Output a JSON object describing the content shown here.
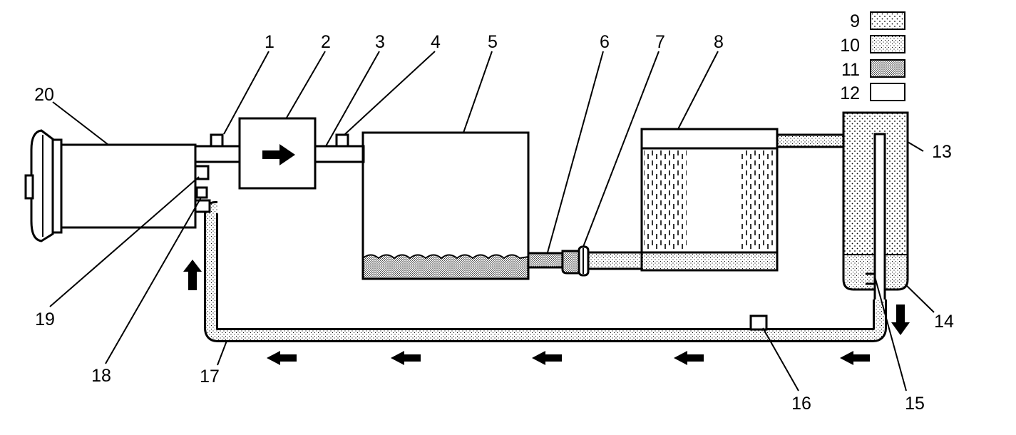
{
  "callouts": {
    "c1": "1",
    "c2": "2",
    "c3": "3",
    "c4": "4",
    "c5": "5",
    "c6": "6",
    "c7": "7",
    "c8": "8",
    "c13": "13",
    "c14": "14",
    "c15": "15",
    "c16": "16",
    "c17": "17",
    "c18": "18",
    "c19": "19",
    "c20": "20"
  },
  "legend": [
    {
      "label": "9",
      "pattern": "coarse-dots"
    },
    {
      "label": "10",
      "pattern": "fine-dots"
    },
    {
      "label": "11",
      "pattern": "dense-dots"
    },
    {
      "label": "12",
      "pattern": "empty"
    }
  ],
  "colors": {
    "line": "#000000",
    "background": "#ffffff"
  }
}
